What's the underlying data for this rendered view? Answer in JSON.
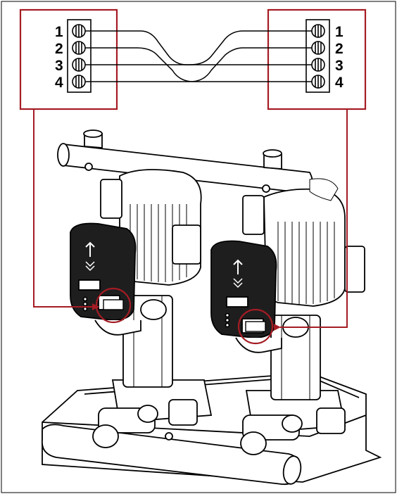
{
  "diagram": {
    "left_terminal": {
      "labels": [
        "1",
        "2",
        "3",
        "4"
      ]
    },
    "right_terminal": {
      "labels": [
        "1",
        "2",
        "3",
        "4"
      ]
    },
    "wiring": "crossed",
    "colors": {
      "callout": "#a51c24",
      "line": "#000000",
      "background": "#ffffff"
    },
    "icons": [
      "terminal-screw-icon",
      "pump-icon",
      "connector-icon",
      "arrow-icon"
    ]
  }
}
